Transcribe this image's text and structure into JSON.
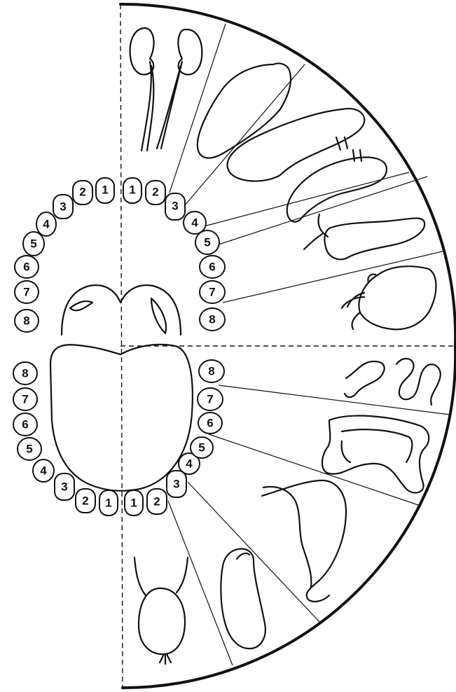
{
  "diagram": {
    "upper_left_teeth": [
      "1",
      "2",
      "3",
      "4",
      "5",
      "6",
      "7",
      "8"
    ],
    "upper_right_teeth": [
      "1",
      "2",
      "3",
      "4",
      "5",
      "6",
      "7",
      "8"
    ],
    "lower_left_teeth": [
      "1",
      "2",
      "3",
      "4",
      "5",
      "6",
      "7",
      "8"
    ],
    "lower_right_teeth": [
      "1",
      "2",
      "3",
      "4",
      "5",
      "6",
      "7",
      "8"
    ],
    "organ_icons": [
      "kidneys-icon",
      "lung-icon",
      "liver-icon",
      "pancreas-icon",
      "heart-icon",
      "small-intestine-icon",
      "large-intestine-icon",
      "stomach-icon",
      "spleen-icon",
      "bladder-icon"
    ],
    "colors": {
      "ink": "#111111",
      "background": "#ffffff"
    }
  }
}
